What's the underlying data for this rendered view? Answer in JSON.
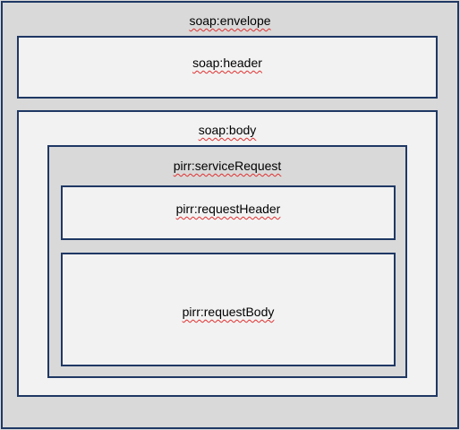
{
  "colors": {
    "border": "#1f3864",
    "outer_fill": "#d9d9d9",
    "inner_fill": "#f2f2f2",
    "spellcheck": "#e03030"
  },
  "envelope": {
    "label": "soap:envelope",
    "header": {
      "label": "soap:header"
    },
    "body": {
      "label": "soap:body",
      "service_request": {
        "label": "pirr:serviceRequest",
        "request_header": {
          "label": "pirr:requestHeader"
        },
        "request_body": {
          "label": "pirr:requestBody"
        }
      }
    }
  }
}
